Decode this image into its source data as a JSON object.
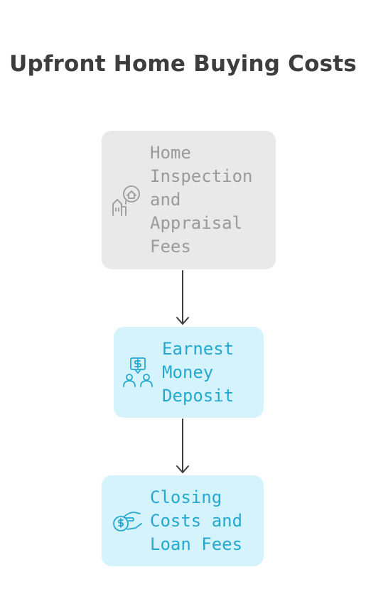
{
  "title": "Upfront Home Buying Costs",
  "nodes": [
    {
      "label": "Home\nInspection\nand\nAppraisal\nFees",
      "icon": "home-inspection-icon",
      "state": "inactive"
    },
    {
      "label": "Earnest\nMoney\nDeposit",
      "icon": "money-exchange-icon",
      "state": "active"
    },
    {
      "label": "Closing\nCosts and\nLoan Fees",
      "icon": "money-hand-icon",
      "state": "active"
    }
  ],
  "colors": {
    "title": "#3d3d3d",
    "inactive_fill": "#e9e9e9",
    "inactive_text": "#9a9a9a",
    "active_fill": "#d4f3fc",
    "active_text": "#25a8d0",
    "arrow": "#3d3d3d"
  }
}
